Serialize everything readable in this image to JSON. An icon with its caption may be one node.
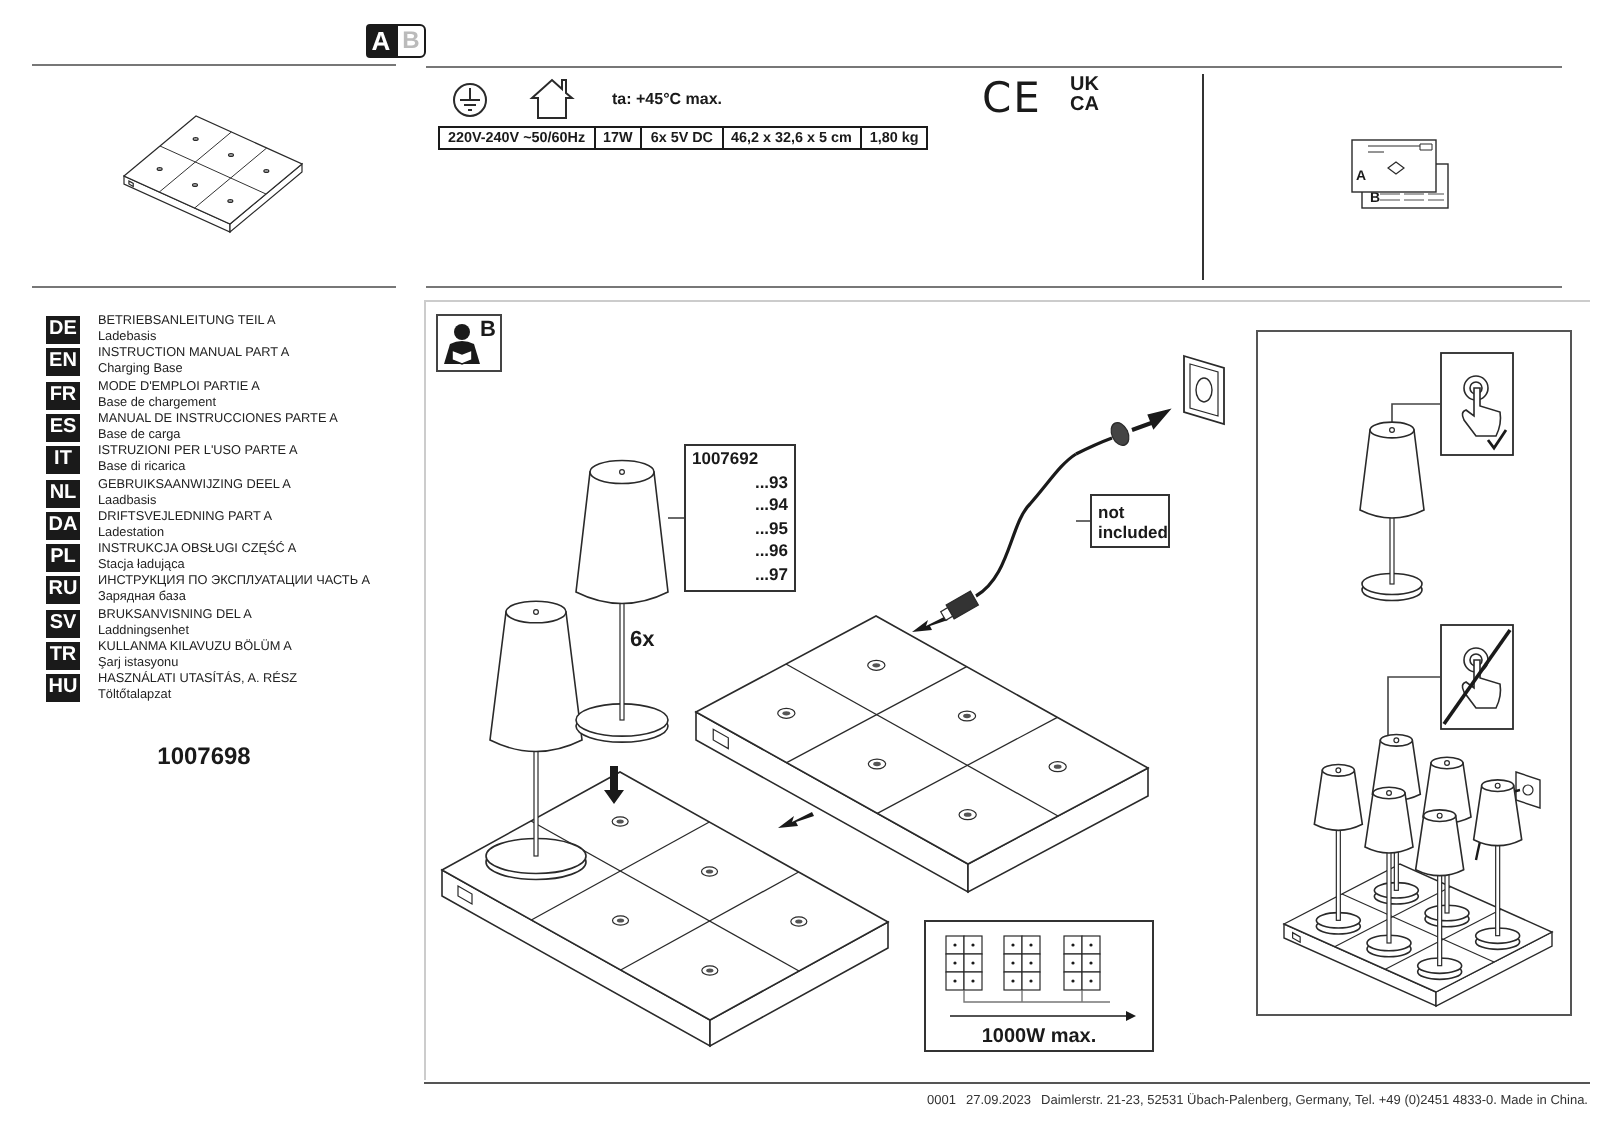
{
  "diagram": {
    "nodes": [
      {
        "text": [
          "1007692",
          "...93",
          "...94",
          "...95",
          "...96",
          "...97"
        ]
      },
      {
        "text": [],
        "shape": "picture"
      },
      {
        "text": [
          "not included"
        ]
      },
      {
        "text": [],
        "shape": "picture"
      },
      {
        "text": [],
        "shape": "picture"
      },
      {
        "text": [],
        "shape": "picture"
      },
      {
        "text": [],
        "shape": "picture"
      },
      {
        "text": [],
        "shape": "picture"
      }
    ],
    "edges": [
      {
        "from": 0,
        "to": 1,
        "arrow": "none"
      },
      {
        "from": 2,
        "to": 3,
        "arrow": "none"
      },
      {
        "from": 4,
        "to": 5,
        "arrow": "none"
      },
      {
        "from": 6,
        "to": 7,
        "arrow": "none"
      }
    ],
    "labels": [
      "A",
      "B",
      "ta: +45°C max.",
      "CE",
      "UK CA",
      "220V-240V ~50/60Hz",
      "17W",
      "6x 5V DC",
      "46,2 x 32,6 x 5 cm",
      "1,80 kg",
      "A",
      "B",
      "DE",
      "BETRIEBSANLEITUNG TEIL A",
      "Ladebasis",
      "EN",
      "INSTRUCTION MANUAL PART A",
      "Charging Base",
      "FR",
      "MODE D'EMPLOI PARTIE A",
      "Base de chargement",
      "ES",
      "MANUAL DE INSTRUCCIONES PARTE A",
      "Base de carga",
      "IT",
      "ISTRUZIONI PER L'USO PARTE A",
      "Base di ricarica",
      "NL",
      "GEBRUIKSAANWIJZING DEEL A",
      "Laadbasis",
      "DA",
      "DRIFTSVEJLEDNING PART A",
      "Ladestation",
      "PL",
      "INSTRUKCJA OBSŁUGI CZĘŚĆ A",
      "Stacja ładująca",
      "RU",
      "ИНСТРУКЦИЯ ПО ЭКСПЛУАТАЦИИ ЧАСТЬ А",
      "Зарядная база",
      "SV",
      "BRUKSANVISNING DEL A",
      "Laddningsenhet",
      "TR",
      "KULLANMA KILAVUZU BÖLÜM A",
      "Şarj istasyonu",
      "HU",
      "HASZNÁLATI UTASÍTÁS, A. RÉSZ",
      "Töltőtalapzat",
      "1007698",
      "B",
      "6x",
      "1000W max.",
      "0001",
      "27.09.2023",
      "Daimlerstr. 21-23, 52531 Übach-Palenberg, Germany, Tel. +49 (0)2451 4833-0. Made in China."
    ]
  }
}
